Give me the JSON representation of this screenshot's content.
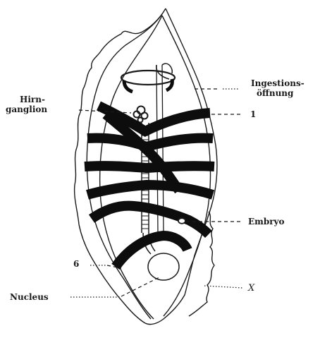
{
  "labels": {
    "ingestion_line1": "Ingestions-",
    "ingestion_line2": "öffnung",
    "hirn_line1": "Hirn-",
    "hirn_line2": "ganglion",
    "band_1": "1",
    "embryo": "Embryo",
    "band_6": "6",
    "nucleus": "Nucleus",
    "x": "X"
  }
}
